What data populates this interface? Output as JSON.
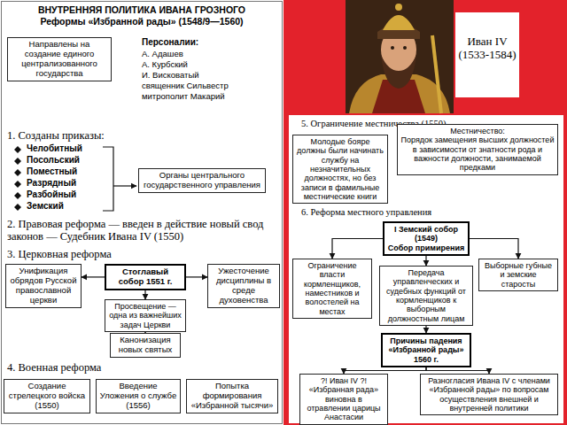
{
  "diagram": {
    "title": "ВНУТРЕННЯЯ ПОЛИТИКА ИВАНА ГРОЗНОГО",
    "nodes": [
      {
        "text": [
          "Направлены на создание единого централизованного государства"
        ]
      },
      {
        "text": [
          "Органы центрального государственного управления"
        ]
      },
      {
        "text": [
          "Унификация обрядов Русской православной церкви"
        ]
      },
      {
        "text": [
          "Стоглавый собор 1551 г."
        ]
      },
      {
        "text": [
          "Ужесточение дисциплины в среде духовенства"
        ]
      },
      {
        "text": [
          "Просвещение — одна из важнейших задач Церкви"
        ]
      },
      {
        "text": [
          "Канонизация новых святых"
        ]
      },
      {
        "text": [
          "Создание стрелецкого войска (1550)"
        ]
      },
      {
        "text": [
          "Введение Уложения о службе (1556)"
        ]
      },
      {
        "text": [
          "Попытка формирования «Избранной тысячи»"
        ]
      },
      {
        "text": [
          "Иван IV",
          "(1533-1584)"
        ]
      },
      {
        "text": [
          "Молодые бояре должны были начинать службу на незначительных должностях, но без записи в фамильные местнические книги"
        ]
      },
      {
        "text": [
          "Местничество:",
          "Порядок замещения высших должностей в зависимости от знатности рода и важности должности, занимаемой предками"
        ]
      },
      {
        "text": [
          "I Земский собор (1549)",
          "Собор примирения"
        ]
      },
      {
        "text": [
          "Ограничение власти кормленщиков, наместников и волостелей на местах"
        ]
      },
      {
        "text": [
          "Выборные губные и земские старосты"
        ]
      },
      {
        "text": [
          "Передача управленческих и судебных функций от кормленщиков к выборным должностным лицам"
        ]
      },
      {
        "text": [
          "Причины падения «Избранной рады» 1560 г."
        ]
      },
      {
        "text": [
          "?! Иван IV ?! «Избранная рада» виновна в отравлении царицы Анастасии"
        ]
      },
      {
        "text": [
          "Разногласия Ивана IV с членами «Избранной рады» по вопросам осуществления внешней и внутренней политики"
        ]
      }
    ],
    "edges": [
      {
        "from": 3,
        "to": 2,
        "arrow": "to"
      },
      {
        "from": 3,
        "to": 4,
        "arrow": "to"
      },
      {
        "from": 3,
        "to": 5,
        "arrow": "to"
      },
      {
        "from": 5,
        "to": 6,
        "arrow": "to"
      },
      {
        "from": 13,
        "to": 14,
        "arrow": "to"
      },
      {
        "from": 13,
        "to": 15,
        "arrow": "to"
      },
      {
        "from": 13,
        "to": 16,
        "arrow": "to"
      },
      {
        "from": 16,
        "to": 17,
        "arrow": "to"
      },
      {
        "from": 17,
        "to": 18,
        "arrow": "to"
      },
      {
        "from": 17,
        "to": 19,
        "arrow": "to"
      }
    ],
    "labels": [
      "Реформы «Избранной рады» (1548/9—1560)",
      "Персоналии:",
      "А. Адашев",
      "А. Курбский",
      "И. Висковатый",
      "священник Сильвестр",
      "митрополит Макарий",
      "1. Созданы приказы:",
      "Челобитный",
      "Посольский",
      "Поместный",
      "Разрядный",
      "Разбойный",
      "Земский",
      "2. Правовая реформа — введен в действие новый свод законов — Судебник Ивана IV (1550)",
      "3. Церковная реформа",
      "4. Военная реформа",
      "5. Ограничение местничества (1550)",
      "6. Реформа местного управления"
    ]
  }
}
